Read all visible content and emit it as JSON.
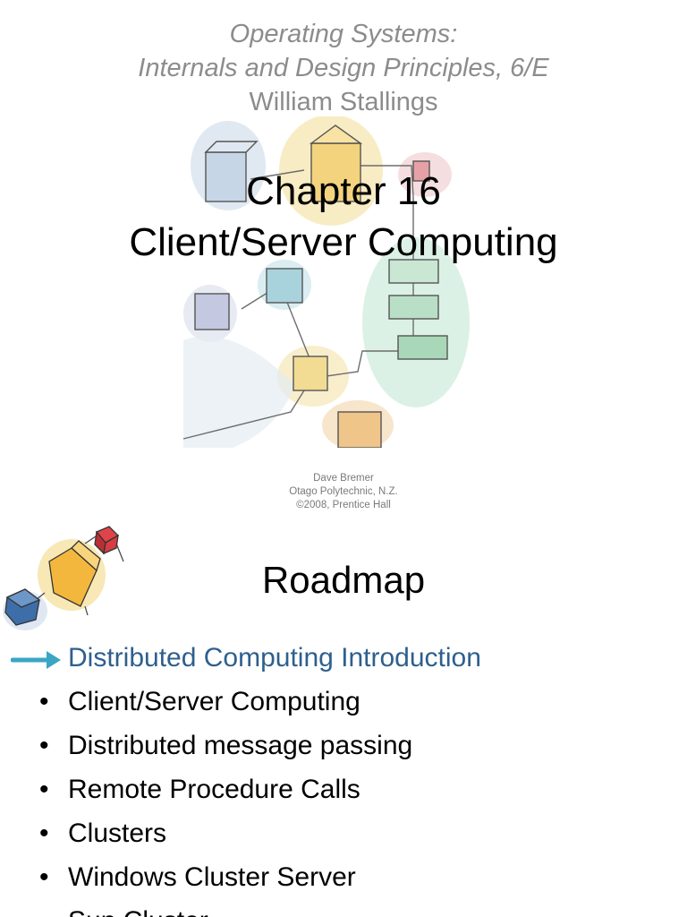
{
  "slide1": {
    "book_title_line1": "Operating Systems:",
    "book_title_line2": "Internals and Design Principles, 6/E",
    "author": "William Stallings",
    "chapter_number": "Chapter 16",
    "chapter_title": "Client/Server Computing",
    "credits": [
      "Dave Bremer",
      "Otago Polytechnic, N.Z.",
      "©2008, Prentice Hall"
    ]
  },
  "slide2": {
    "title": "Roadmap",
    "current_item": "Distributed Computing Introduction",
    "items": [
      "Client/Server Computing",
      "Distributed message passing",
      "Remote Procedure Calls",
      "Clusters",
      "Windows Cluster Server",
      "Sun Cluster"
    ],
    "bullet_glyph": "•"
  },
  "colors": {
    "current_item": "#2e5f8e",
    "arrow": "#3aa6c4",
    "muted_text": "#8c8c8c"
  }
}
